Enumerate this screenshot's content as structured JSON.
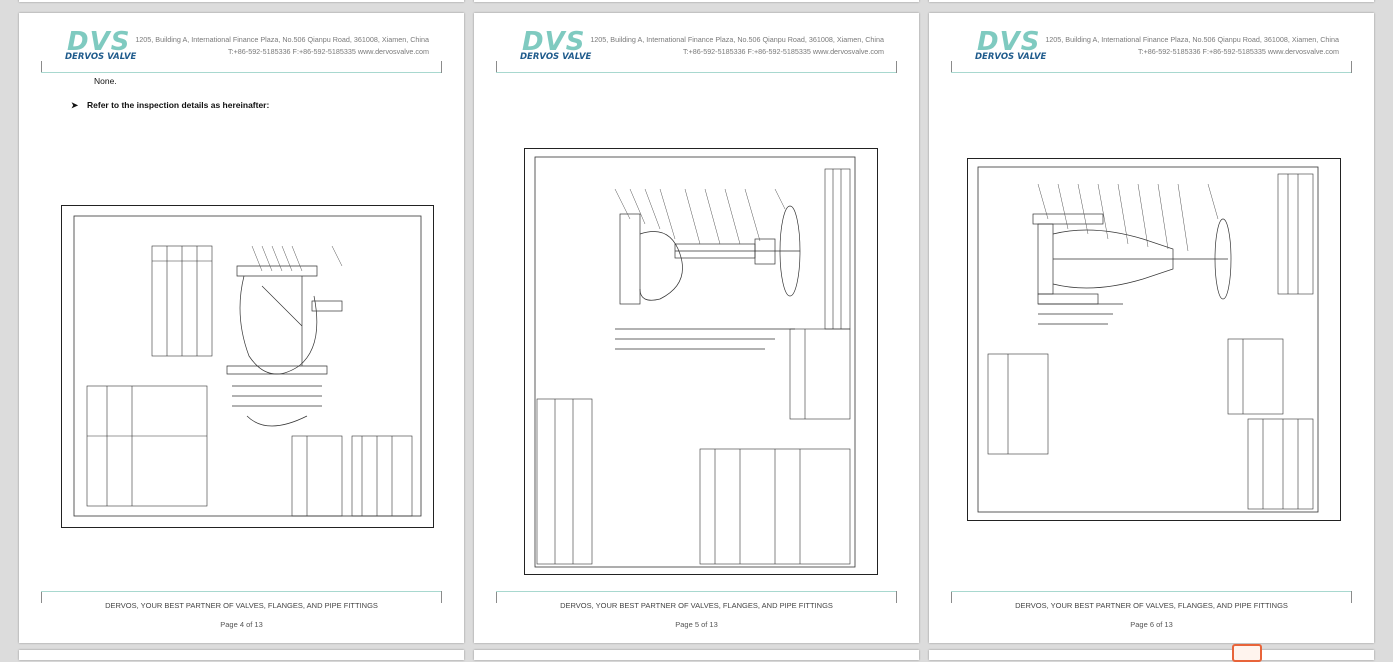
{
  "company": {
    "logo_mark": "DVS",
    "logo_name": "DERVOS VALVE",
    "address": "1205, Building A, International Finance Plaza, No.506 Qianpu Road, 361008, Xiamen, China",
    "contact": "T:+86-592-5185336   F:+86-592-5185335   www.dervosvalve.com",
    "slogan": "DERVOS, YOUR BEST PARTNER OF VALVES, FLANGES, AND PIPE FITTINGS",
    "brand_color": "#7fcac0"
  },
  "pages": [
    {
      "page_label": "Page 4 of 13",
      "line1": "None.",
      "line2": "Refer to the inspection details as hereinafter:",
      "bullet": "➤"
    },
    {
      "page_label": "Page 5 of 13"
    },
    {
      "page_label": "Page 6 of 13"
    }
  ]
}
